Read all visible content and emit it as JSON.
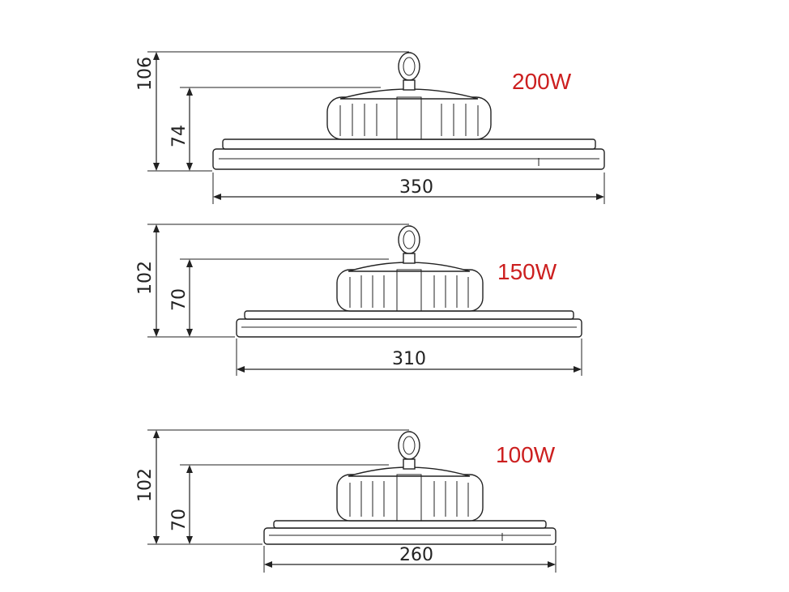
{
  "colors": {
    "line": "#222222",
    "power_label": "#cc1f1f"
  },
  "lamps": [
    {
      "power": "200W",
      "diameter": "350",
      "total_height": "106",
      "body_height": "74"
    },
    {
      "power": "150W",
      "diameter": "310",
      "total_height": "102",
      "body_height": "70"
    },
    {
      "power": "100W",
      "diameter": "260",
      "total_height": "102",
      "body_height": "70"
    }
  ]
}
